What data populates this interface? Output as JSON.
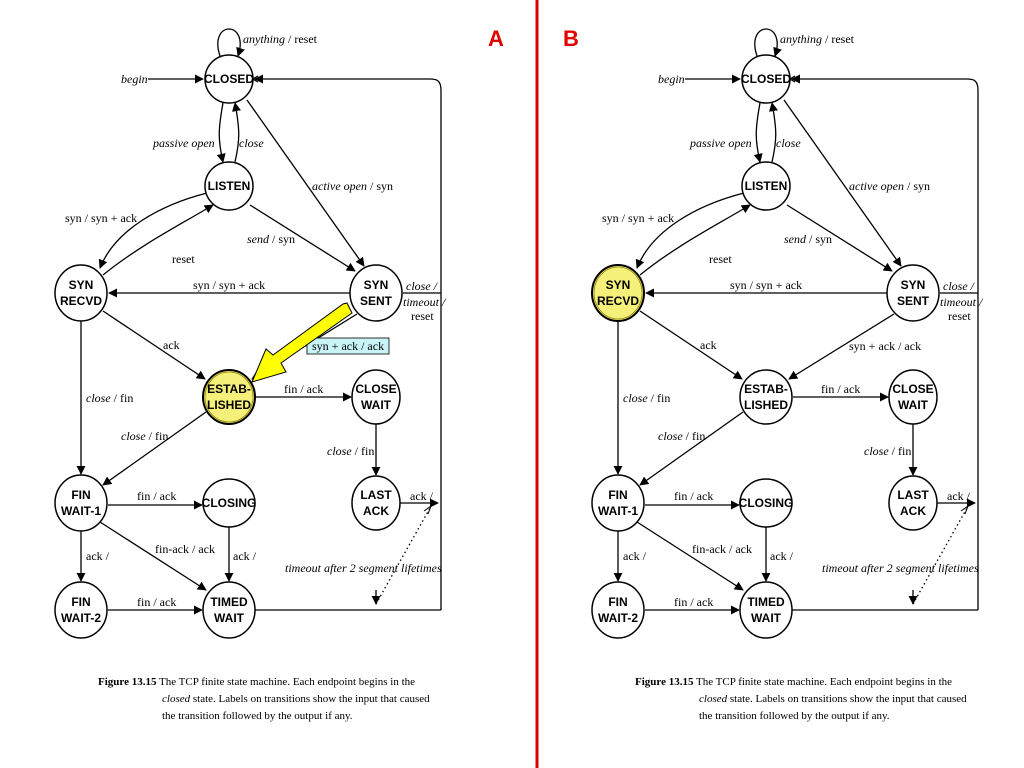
{
  "panels": [
    {
      "letter": "A",
      "highlight": "ESTAB-LISHED",
      "highlight_color": "#f5f07a",
      "arrow_color": "#ffff00",
      "boxed_label": "syn + ack / ack",
      "boxed_label_fill": "#c8f4f8"
    },
    {
      "letter": "B",
      "highlight": "SYN RECVD",
      "highlight_color": "#f5f07a"
    }
  ],
  "divider_color": "#d80000",
  "states": {
    "closed": [
      "CLOSED"
    ],
    "listen": [
      "LISTEN"
    ],
    "syn_recvd": [
      "SYN",
      "RECVD"
    ],
    "syn_sent": [
      "SYN",
      "SENT"
    ],
    "established": [
      "ESTAB-",
      "LISHED"
    ],
    "close_wait": [
      "CLOSE",
      "WAIT"
    ],
    "last_ack": [
      "LAST",
      "ACK"
    ],
    "fin_wait_1": [
      "FIN",
      "WAIT-1"
    ],
    "closing": [
      "CLOSING"
    ],
    "fin_wait_2": [
      "FIN",
      "WAIT-2"
    ],
    "timed_wait": [
      "TIMED",
      "WAIT"
    ]
  },
  "transitions": {
    "anything_a": "anything",
    "anything_b": " / reset",
    "begin": "begin",
    "passive_open": "passive open",
    "close": "close",
    "active_open_a": "active open",
    "active_open_b": " / syn",
    "syn_synack": "syn / syn + ack",
    "reset": "reset",
    "send_a": "send",
    "send_b": " / syn",
    "syn_synack2": "syn / syn + ack",
    "close_timeout_1": "close /",
    "close_timeout_2": "timeout /",
    "close_timeout_3": "reset",
    "ack": "ack",
    "synack_ack": "syn + ack / ack",
    "fin_ack": "fin / ack",
    "close_fin_a": "close",
    "close_fin_b": " / fin",
    "close_fin2_a": "close",
    "close_fin2_b": " / fin",
    "close_fin3_a": "close",
    "close_fin3_b": " / fin",
    "fin_ack2": "fin / ack",
    "ack_slash": "ack /",
    "finack_ack": "fin-ack / ack",
    "ack_slash2": "ack /",
    "ack_slash3": "ack /",
    "fin_ack3": "fin / ack",
    "timeout_2seg": "timeout after 2 segment lifetimes"
  },
  "caption": {
    "figure": "Figure 13.15",
    "line1": " The TCP finite state machine.  Each endpoint begins in the",
    "line2_italic": "closed",
    "line2_rest": " state.  Labels on transitions show the input that caused",
    "line3": "the transition followed by the output if any."
  }
}
